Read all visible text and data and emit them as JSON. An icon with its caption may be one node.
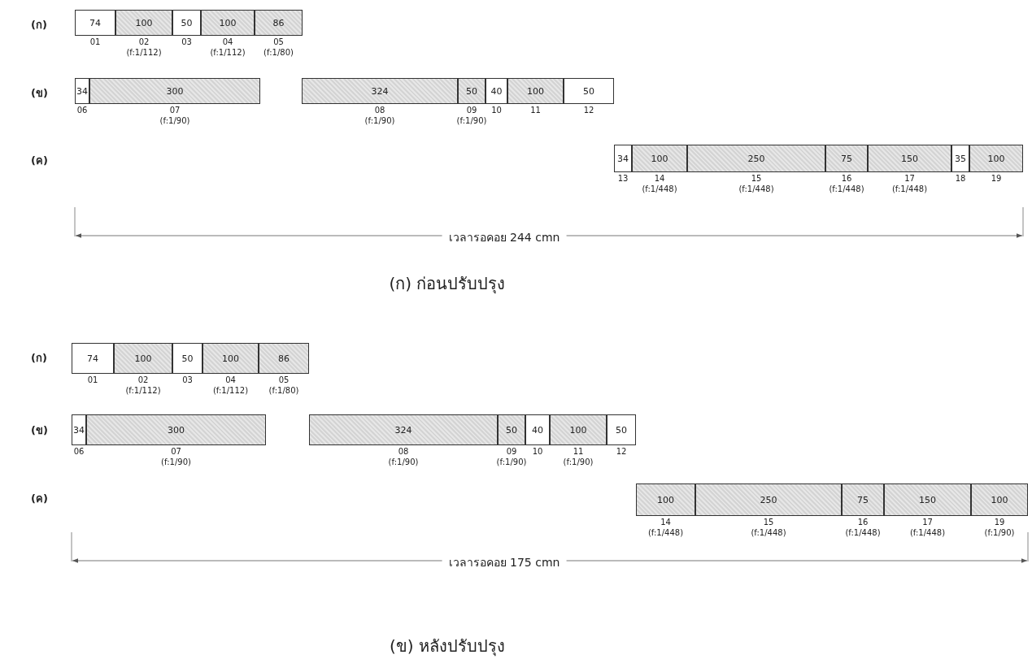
{
  "diagram": {
    "nodes": [
      {
        "text": [
          "74"
        ],
        "beside": [
          "01"
        ]
      },
      {
        "text": [
          "100"
        ],
        "beside": [
          "02",
          "(f:1/112)"
        ]
      },
      {
        "text": [
          "50"
        ],
        "beside": [
          "03"
        ]
      },
      {
        "text": [
          "100"
        ],
        "beside": [
          "04",
          "(f:1/112)"
        ]
      },
      {
        "text": [
          "86"
        ],
        "beside": [
          "05",
          "(f:1/80)"
        ]
      },
      {
        "text": [
          "34"
        ],
        "beside": [
          "06"
        ]
      },
      {
        "text": [
          "300"
        ],
        "beside": [
          "07",
          "(f:1/90)"
        ]
      },
      {
        "text": [
          "324"
        ],
        "beside": [
          "08",
          "(f:1/90)"
        ]
      },
      {
        "text": [
          "50"
        ],
        "beside": [
          "09",
          "(f:1/90)"
        ]
      },
      {
        "text": [
          "40"
        ],
        "beside": [
          "10"
        ]
      },
      {
        "text": [
          "100"
        ],
        "beside": [
          "11"
        ]
      },
      {
        "text": [
          "50"
        ],
        "beside": [
          "12"
        ]
      },
      {
        "text": [
          "34"
        ],
        "beside": [
          "13"
        ]
      },
      {
        "text": [
          "100"
        ],
        "beside": [
          "14",
          "(f:1/448)"
        ]
      },
      {
        "text": [
          "250"
        ],
        "beside": [
          "15",
          "(f:1/448)"
        ]
      },
      {
        "text": [
          "75"
        ],
        "beside": [
          "16",
          "(f:1/448)"
        ]
      },
      {
        "text": [
          "150"
        ],
        "beside": [
          "17",
          "(f:1/448)"
        ]
      },
      {
        "text": [
          "35"
        ],
        "beside": [
          "18"
        ]
      },
      {
        "text": [
          "100"
        ],
        "beside": [
          "19"
        ]
      },
      {
        "text": [
          "74"
        ],
        "beside": [
          "01"
        ]
      },
      {
        "text": [
          "100"
        ],
        "beside": [
          "02",
          "(f:1/112)"
        ]
      },
      {
        "text": [
          "50"
        ],
        "beside": [
          "03"
        ]
      },
      {
        "text": [
          "100"
        ],
        "beside": [
          "04",
          "(f:1/112)"
        ]
      },
      {
        "text": [
          "86"
        ],
        "beside": [
          "05",
          "(f:1/80)"
        ]
      },
      {
        "text": [
          "34"
        ],
        "beside": [
          "06"
        ]
      },
      {
        "text": [
          "300"
        ],
        "beside": [
          "07",
          "(f:1/90)"
        ]
      },
      {
        "text": [
          "324"
        ],
        "beside": [
          "08",
          "(f:1/90)"
        ]
      },
      {
        "text": [
          "50"
        ],
        "beside": [
          "09",
          "(f:1/90)"
        ]
      },
      {
        "text": [
          "40"
        ],
        "beside": [
          "10"
        ]
      },
      {
        "text": [
          "100"
        ],
        "beside": [
          "11",
          "(f:1/90)"
        ]
      },
      {
        "text": [
          "50"
        ],
        "beside": [
          "12"
        ]
      },
      {
        "text": [
          "100"
        ],
        "beside": [
          "14",
          "(f:1/448)"
        ]
      },
      {
        "text": [
          "250"
        ],
        "beside": [
          "15",
          "(f:1/448)"
        ]
      },
      {
        "text": [
          "75"
        ],
        "beside": [
          "16",
          "(f:1/448)"
        ]
      },
      {
        "text": [
          "150"
        ],
        "beside": [
          "17",
          "(f:1/448)"
        ]
      },
      {
        "text": [
          "100"
        ],
        "beside": [
          "19",
          "(f:1/90)"
        ]
      }
    ],
    "labels": [
      "(ก)",
      "(ข)",
      "(ค)",
      "เวลารอคอย 244 cmn",
      "(ก) ก่อนปรับปรุง",
      "(ก)",
      "(ข)",
      "(ค)",
      "เวลารอคอย 175 cmn",
      "(ข) หลังปรับปรุง"
    ]
  }
}
